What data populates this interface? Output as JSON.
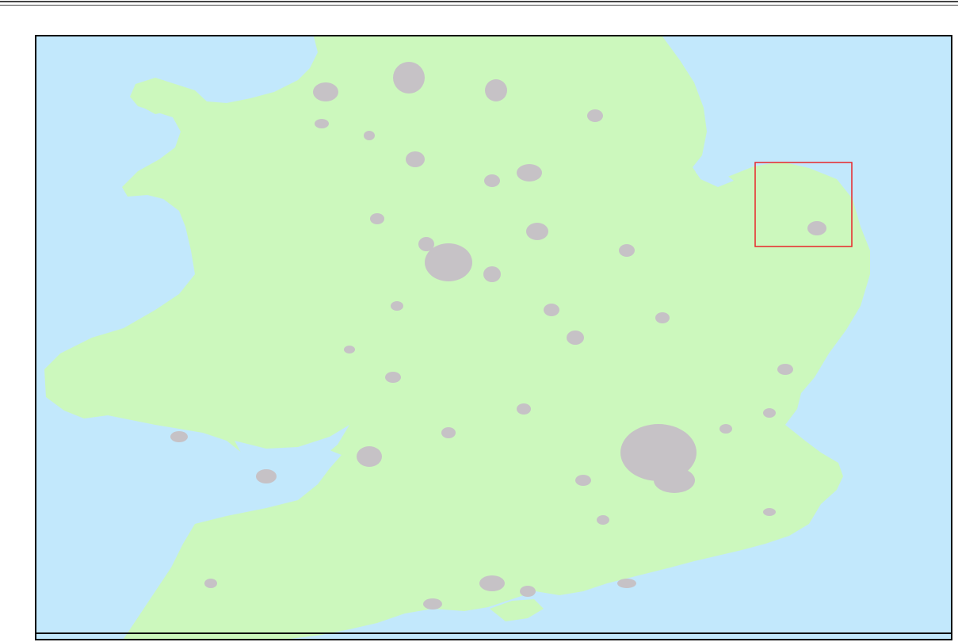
{
  "map": {
    "colors": {
      "sea": "#c2e8fc",
      "land": "#ccf8bd",
      "urban": "#c6c2c6",
      "highlight": "#e8262a",
      "frame": "#000000"
    },
    "features": [
      "england-wales-land",
      "isle-of-wight",
      "urban-areas",
      "study-area-box"
    ]
  }
}
